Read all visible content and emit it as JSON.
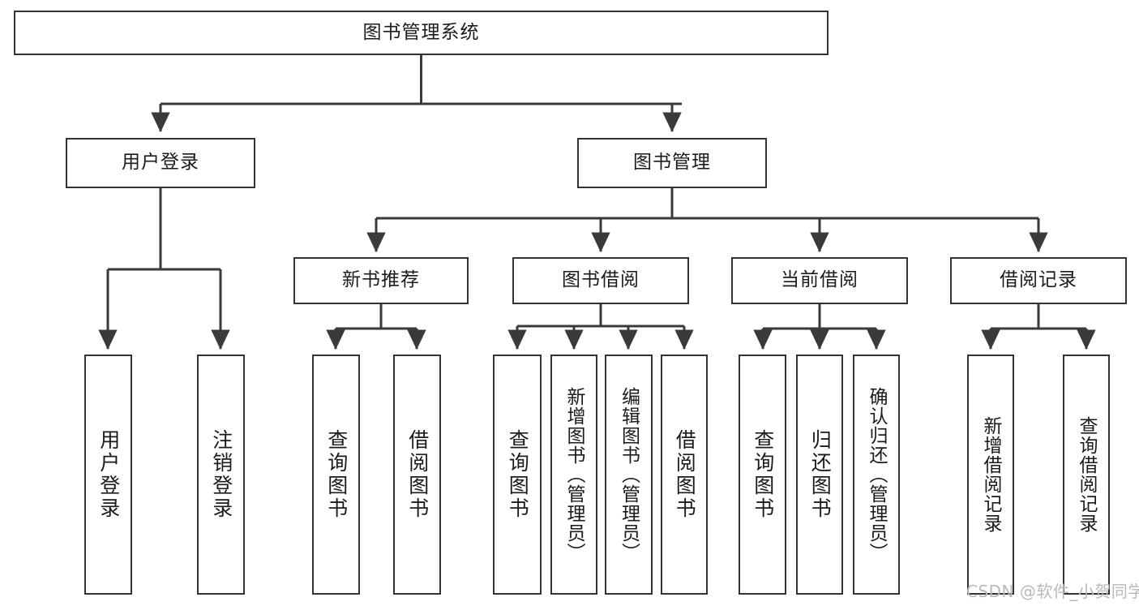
{
  "diagram": {
    "title": "图书管理系统",
    "type": "hierarchy-tree",
    "watermark": "CSDN @软件_小贺同学",
    "colors": {
      "box_border": "#333333",
      "box_fill": "#ffffff",
      "connector": "#3a3a3a",
      "text": "#1b1b1b",
      "watermark": "#b9b9b9",
      "background": "#ffffff"
    },
    "nodes": {
      "root": {
        "label": "图书管理系统",
        "level": 1,
        "orientation": "horizontal"
      },
      "l2": [
        {
          "id": "user-login",
          "label": "用户登录",
          "level": 2,
          "orientation": "horizontal"
        },
        {
          "id": "book-manage",
          "label": "图书管理",
          "level": 2,
          "orientation": "horizontal"
        }
      ],
      "l3": [
        {
          "id": "new-book-rec",
          "label": "新书推荐",
          "level": 3,
          "orientation": "horizontal"
        },
        {
          "id": "book-borrow",
          "label": "图书借阅",
          "level": 3,
          "orientation": "horizontal"
        },
        {
          "id": "current-borrow",
          "label": "当前借阅",
          "level": 3,
          "orientation": "horizontal"
        },
        {
          "id": "borrow-record",
          "label": "借阅记录",
          "level": 3,
          "orientation": "horizontal"
        }
      ],
      "leaves": [
        {
          "id": "leaf-user-login",
          "label": "用户登录",
          "parent": "user-login",
          "orientation": "vertical"
        },
        {
          "id": "leaf-user-logout",
          "label": "注销登录",
          "parent": "user-login",
          "orientation": "vertical"
        },
        {
          "id": "leaf-query-book-1",
          "label": "查询图书",
          "parent": "new-book-rec",
          "orientation": "vertical"
        },
        {
          "id": "leaf-borrow-book-1",
          "label": "借阅图书",
          "parent": "new-book-rec",
          "orientation": "vertical"
        },
        {
          "id": "leaf-query-book-2",
          "label": "查询图书",
          "parent": "book-borrow",
          "orientation": "vertical"
        },
        {
          "id": "leaf-add-book",
          "label": "新增图书（管理员）",
          "parent": "book-borrow",
          "orientation": "vertical"
        },
        {
          "id": "leaf-edit-book",
          "label": "编辑图书（管理员）",
          "parent": "book-borrow",
          "orientation": "vertical"
        },
        {
          "id": "leaf-borrow-book-2",
          "label": "借阅图书",
          "parent": "book-borrow",
          "orientation": "vertical"
        },
        {
          "id": "leaf-query-book-3",
          "label": "查询图书",
          "parent": "current-borrow",
          "orientation": "vertical"
        },
        {
          "id": "leaf-return-book",
          "label": "归还图书",
          "parent": "current-borrow",
          "orientation": "vertical"
        },
        {
          "id": "leaf-confirm-return",
          "label": "确认归还（管理员）",
          "parent": "current-borrow",
          "orientation": "vertical"
        },
        {
          "id": "leaf-add-record",
          "label": "新增借阅记录",
          "parent": "borrow-record",
          "orientation": "vertical"
        },
        {
          "id": "leaf-query-record",
          "label": "查询借阅记录",
          "parent": "borrow-record",
          "orientation": "vertical"
        }
      ]
    }
  }
}
